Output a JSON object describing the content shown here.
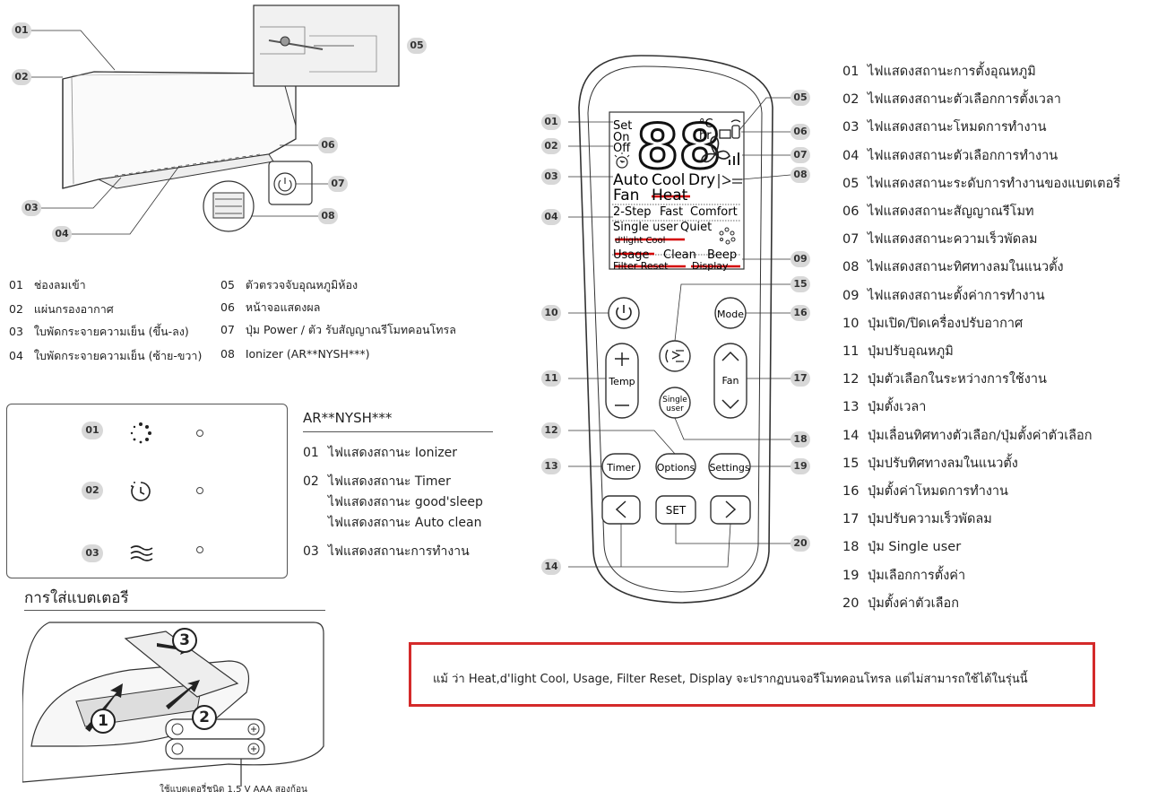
{
  "indoor_unit": {
    "callouts": [
      "01",
      "02",
      "03",
      "04",
      "05",
      "06",
      "07",
      "08"
    ],
    "legend": [
      {
        "num": "01",
        "text": "ช่องลมเข้า"
      },
      {
        "num": "02",
        "text": "แผ่นกรองอากาศ"
      },
      {
        "num": "03",
        "text": "ใบพัดกระจายความเย็น (ขึ้น-ลง)"
      },
      {
        "num": "04",
        "text": "ใบพัดกระจายความเย็น (ซ้าย-ขวา)"
      },
      {
        "num": "05",
        "text": "ตัวตรวจจับอุณหภูมิห้อง"
      },
      {
        "num": "06",
        "text": "หน้าจอแสดงผล"
      },
      {
        "num": "07",
        "text": "ปุ่ม Power / ตัว รับสัญญาณรีโมทคอนโทรล"
      },
      {
        "num": "08",
        "text": "Ionizer (AR**NYSH***)"
      }
    ]
  },
  "indicator_panel": {
    "nums": [
      "01",
      "02",
      "03"
    ],
    "model": "AR**NYSH***",
    "items": [
      {
        "num": "01",
        "lines": [
          "ไฟแสดงสถานะ Ionizer"
        ]
      },
      {
        "num": "02",
        "lines": [
          "ไฟแสดงสถานะ Timer",
          "ไฟแสดงสถานะ good'sleep",
          "ไฟแสดงสถานะ Auto clean"
        ]
      },
      {
        "num": "03",
        "lines": [
          "ไฟแสดงสถานะการทำงาน"
        ]
      }
    ]
  },
  "battery": {
    "title": "การใส่แบตเตอรี",
    "steps": [
      "1",
      "2",
      "3"
    ],
    "caption": "ใช้แบตเตอรี่ชนิด 1.5 V AAA สองก้อน"
  },
  "remote": {
    "display": {
      "set": "Set",
      "on": "On",
      "off": "Off",
      "digits": "88",
      "celsius": "°C",
      "hr": "hr",
      "auto": "Auto",
      "cool": "Cool",
      "dry": "Dry",
      "fan": "Fan",
      "heat": "Heat",
      "two_step": "2-Step",
      "fast": "Fast",
      "comfort": "Comfort",
      "single_user": "Single user",
      "quiet": "Quiet",
      "dlight_cool": "d'light Cool",
      "usage": "Usage",
      "clean": "Clean",
      "beep": "Beep",
      "filter_reset": "Filter Reset",
      "display": "Display"
    },
    "buttons": {
      "mode": "Mode",
      "temp": "Temp",
      "fan": "Fan",
      "single": "Single",
      "user": "user",
      "timer": "Timer",
      "options": "Options",
      "settings": "Settings",
      "set": "SET"
    },
    "callouts": [
      "01",
      "02",
      "03",
      "04",
      "05",
      "06",
      "07",
      "08",
      "09",
      "10",
      "11",
      "12",
      "13",
      "14",
      "15",
      "16",
      "17",
      "18",
      "19",
      "20"
    ]
  },
  "remote_legend": [
    {
      "num": "01",
      "text": "ไฟแสดงสถานะการตั้งอุณหภูมิ"
    },
    {
      "num": "02",
      "text": "ไฟแสดงสถานะตัวเลือกการตั้งเวลา"
    },
    {
      "num": "03",
      "text": "ไฟแสดงสถานะโหมดการทำงาน"
    },
    {
      "num": "04",
      "text": "ไฟแสดงสถานะตัวเลือกการทำงาน"
    },
    {
      "num": "05",
      "text": "ไฟแสดงสถานะระดับการทำงานของแบตเตอรี่"
    },
    {
      "num": "06",
      "text": "ไฟแสดงสถานะสัญญาณรีโมท"
    },
    {
      "num": "07",
      "text": "ไฟแสดงสถานะความเร็วพัดลม"
    },
    {
      "num": "08",
      "text": "ไฟแสดงสถานะทิศทางลมในแนวตั้ง"
    },
    {
      "num": "09",
      "text": "ไฟแสดงสถานะตั้งค่าการทำงาน"
    },
    {
      "num": "10",
      "text": "ปุ่มเปิด/ปิดเครื่องปรับอากาศ"
    },
    {
      "num": "11",
      "text": "ปุ่มปรับอุณหภูมิ"
    },
    {
      "num": "12",
      "text": "ปุ่มตัวเลือกในระหว่างการใช้งาน"
    },
    {
      "num": "13",
      "text": "ปุ่มตั้งเวลา"
    },
    {
      "num": "14",
      "text": "ปุ่มเลื่อนทิศทางตัวเลือก/ปุ่มตั้งค่าตัวเลือก"
    },
    {
      "num": "15",
      "text": "ปุ่มปรับทิศทางลมในแนวตั้ง"
    },
    {
      "num": "16",
      "text": "ปุ่มตั้งค่าโหมดการทำงาน"
    },
    {
      "num": "17",
      "text": "ปุ่มปรับความเร็วพัดลม"
    },
    {
      "num": "18",
      "text": "ปุ่ม Single user"
    },
    {
      "num": "19",
      "text": "ปุ่มเลือกการตั้งค่า"
    },
    {
      "num": "20",
      "text": "ปุ่มตั้งค่าตัวเลือก"
    }
  ],
  "notice": "แม้ ว่า Heat,d'light Cool, Usage, Filter Reset, Display  จะปรากฏบนจอรีโมทคอนโทรล แต่ไม่สามารถใช้ได้ในรุ่นนี้",
  "colors": {
    "notice_border": "#d42a2a",
    "strike": "#d40000",
    "callout_bg": "#d8d8d8"
  }
}
